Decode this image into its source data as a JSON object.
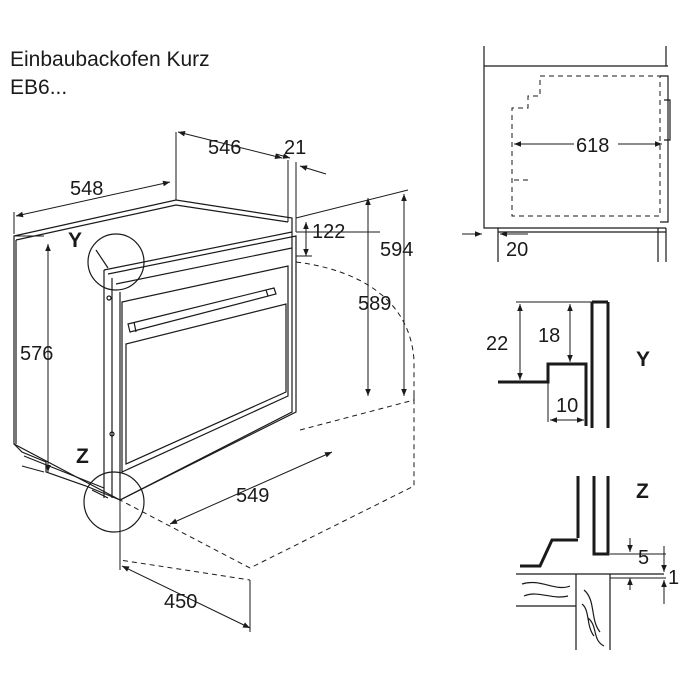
{
  "title": {
    "line1": "Einbaubackofen Kurz",
    "line2": "EB6..."
  },
  "main_view": {
    "dims": {
      "width_outer": "548",
      "width_inner": "546",
      "front_offset": "21",
      "height_door_top": "122",
      "height_total": "594",
      "height_inner": "589",
      "height_left": "576",
      "depth_bottom": "549",
      "depth_floor": "450"
    },
    "detail_labels": {
      "y": "Y",
      "z": "Z"
    }
  },
  "side_view": {
    "dims": {
      "depth": "618",
      "gap": "20"
    }
  },
  "detail_y": {
    "label": "Y",
    "dims": {
      "height_a": "22",
      "height_b": "18",
      "width": "10"
    }
  },
  "detail_z": {
    "label": "Z",
    "dims": {
      "gap_a": "5",
      "gap_b": "1"
    }
  }
}
